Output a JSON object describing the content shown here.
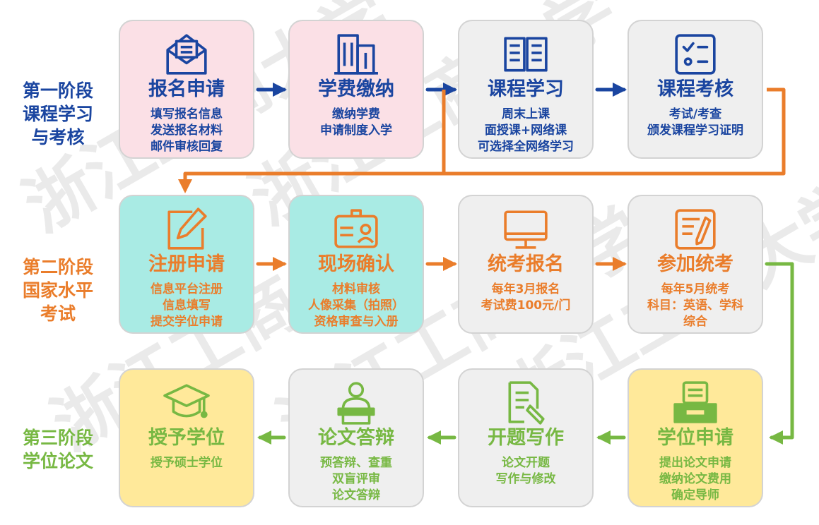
{
  "watermark": "浙江工商大学",
  "colors": {
    "blue": "#1a45a0",
    "orange": "#ea7d2b",
    "green": "#77b843"
  },
  "stages": [
    {
      "lines": [
        "第一阶段",
        "课程学习",
        "与考核"
      ]
    },
    {
      "lines": [
        "第二阶段",
        "国家水平",
        "考试"
      ]
    },
    {
      "lines": [
        "第三阶段",
        "学位论文"
      ]
    }
  ],
  "steps": [
    {
      "icon": "envelope-icon",
      "title": "报名申请",
      "desc": [
        "填写报名信息",
        "发送报名材料",
        "邮件审核回复"
      ]
    },
    {
      "icon": "building-icon",
      "title": "学费缴纳",
      "desc": [
        "缴纳学费",
        "申请制度入学"
      ]
    },
    {
      "icon": "book-icon",
      "title": "课程学习",
      "desc": [
        "周末上课",
        "面授课+网络课",
        "可选择全网络学习"
      ]
    },
    {
      "icon": "checklist-icon",
      "title": "课程考核",
      "desc": [
        "考试/考查",
        "颁发课程学习证明"
      ]
    },
    {
      "icon": "edit-icon",
      "title": "注册申请",
      "desc": [
        "信息平台注册",
        "信息填写",
        "提交学位申请"
      ]
    },
    {
      "icon": "id-card-icon",
      "title": "现场确认",
      "desc": [
        "材料审核",
        "人像采集（拍照）",
        "资格审查与入册"
      ]
    },
    {
      "icon": "monitor-icon",
      "title": "统考报名",
      "desc": [
        "每年3月报名",
        "考试费100元/门"
      ]
    },
    {
      "icon": "exam-paper-icon",
      "title": "参加统考",
      "desc": [
        "每年5月统考",
        "科目：英语、学科",
        "综合"
      ]
    },
    {
      "icon": "printer-icon",
      "title": "学位申请",
      "desc": [
        "提出论文申请",
        "缴纳论文费用",
        "确定导师"
      ]
    },
    {
      "icon": "document-pen-icon",
      "title": "开题写作",
      "desc": [
        "论文开题",
        "写作与修改"
      ]
    },
    {
      "icon": "speaker-podium-icon",
      "title": "论文答辩",
      "desc": [
        "预答辩、查重",
        "双盲评审",
        "论文答辩"
      ]
    },
    {
      "icon": "graduation-cap-icon",
      "title": "授予学位",
      "desc": [
        "授予硕士学位"
      ]
    }
  ]
}
